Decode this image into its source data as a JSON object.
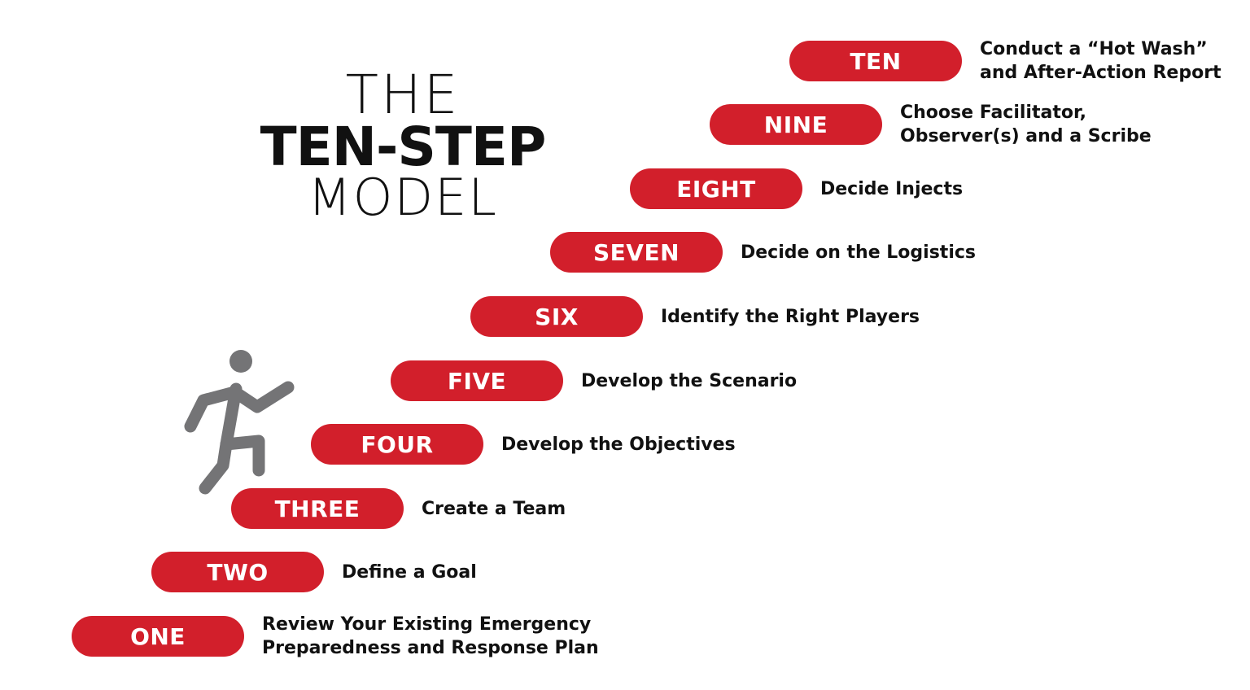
{
  "title": {
    "line1": "THE",
    "line2": "TEN-STEP",
    "line3": "MODEL"
  },
  "colors": {
    "pill": "#d21f2b",
    "text": "#111111",
    "figure": "#747476"
  },
  "icons": {
    "figure": "stair-climbing-person-icon"
  },
  "steps": [
    {
      "label": "ONE",
      "description": "Review Your Existing Emergency\nPreparedness and Response Plan"
    },
    {
      "label": "TWO",
      "description": "Define a Goal"
    },
    {
      "label": "THREE",
      "description": "Create a Team"
    },
    {
      "label": "FOUR",
      "description": "Develop the Objectives"
    },
    {
      "label": "FIVE",
      "description": "Develop the Scenario"
    },
    {
      "label": "SIX",
      "description": "Identify the Right Players"
    },
    {
      "label": "SEVEN",
      "description": "Decide on the Logistics"
    },
    {
      "label": "EIGHT",
      "description": "Decide Injects"
    },
    {
      "label": "NINE",
      "description": "Choose Facilitator,\nObserver(s) and a Scribe"
    },
    {
      "label": "TEN",
      "description": "Conduct a “Hot Wash”\nand After-Action Report"
    }
  ]
}
